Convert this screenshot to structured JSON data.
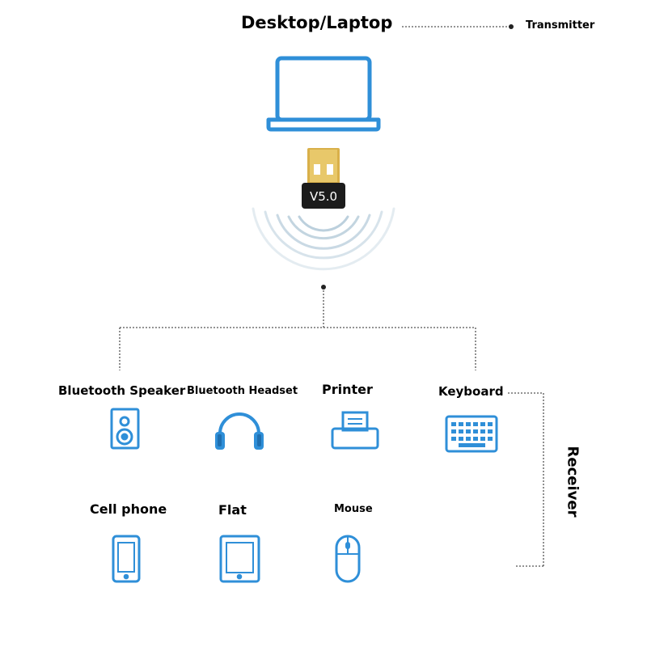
{
  "header": {
    "title": "Desktop/Laptop",
    "transmitter_label": "Transmitter"
  },
  "adapter": {
    "version_label": "V5.0"
  },
  "receiver_label": "Receiver",
  "devices": [
    {
      "label": "Bluetooth Speaker",
      "icon": "speaker-icon"
    },
    {
      "label": "Bluetooth Headset",
      "icon": "headset-icon"
    },
    {
      "label": "Printer",
      "icon": "printer-icon"
    },
    {
      "label": "Keyboard",
      "icon": "keyboard-icon"
    },
    {
      "label": "Cell phone",
      "icon": "phone-icon"
    },
    {
      "label": "Flat",
      "icon": "tablet-icon"
    },
    {
      "label": "Mouse",
      "icon": "mouse-icon"
    }
  ],
  "colors": {
    "icon_blue": "#2f8fd8",
    "icon_blue_dark": "#1f6fb0",
    "connector_gray": "#555555",
    "usb_gold": "#d9b04a",
    "usb_body": "#1c1c1c"
  }
}
